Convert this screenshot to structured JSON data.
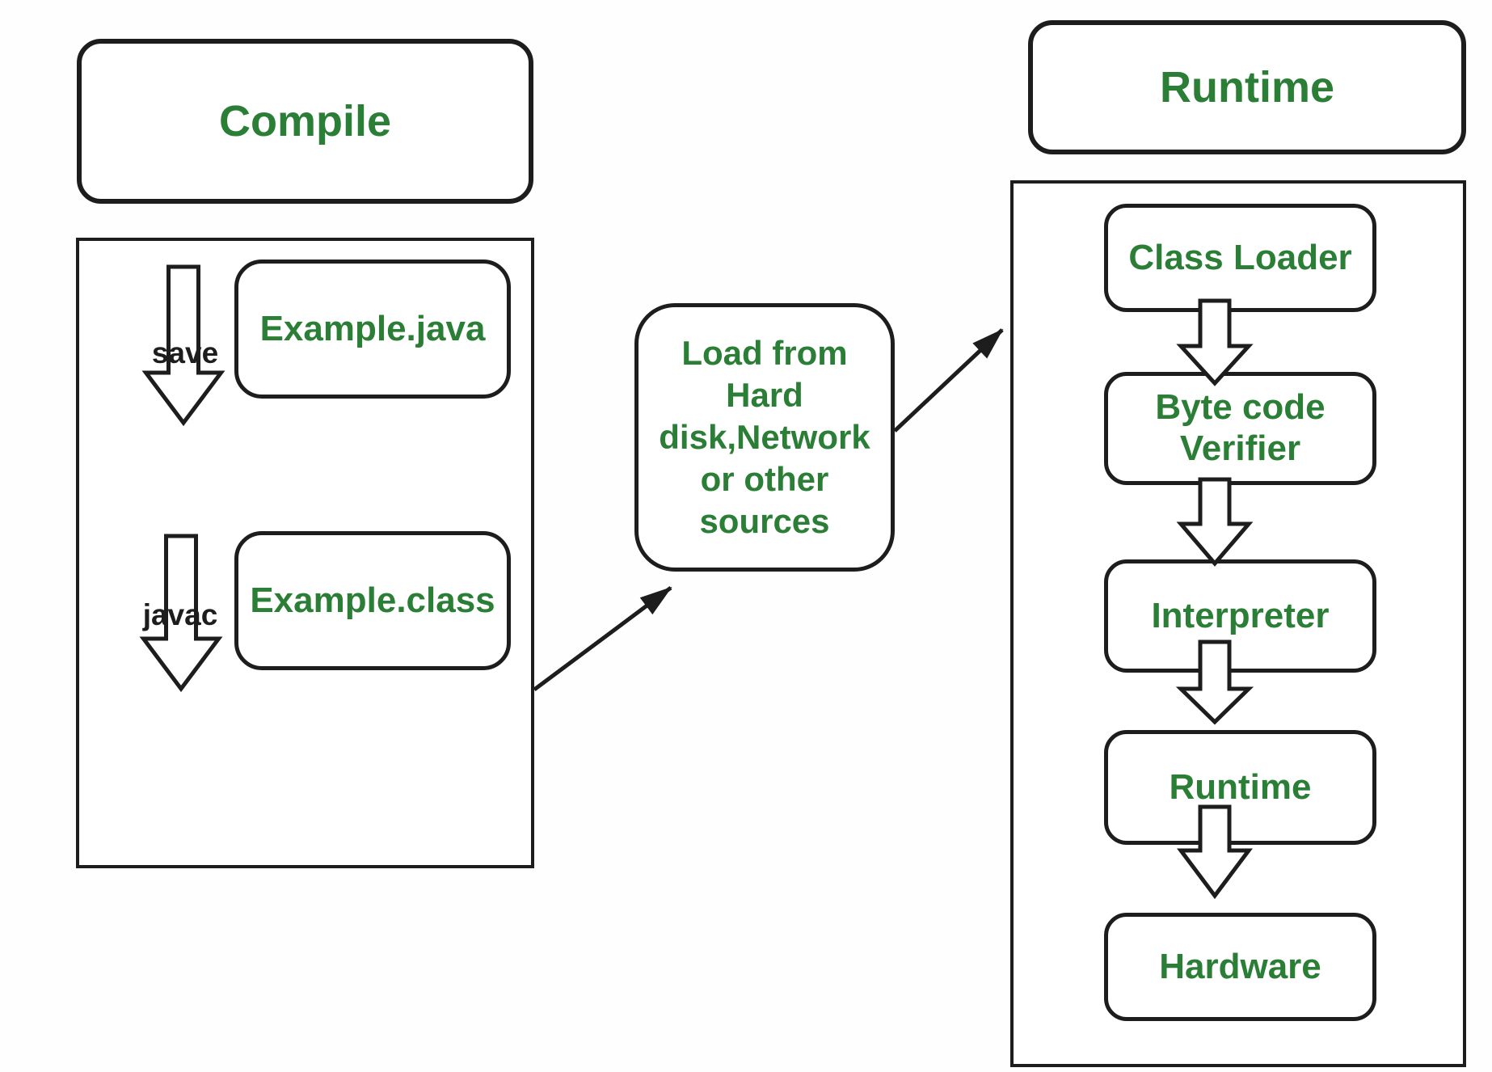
{
  "colors": {
    "green": "#2b7e35",
    "ink": "#1d1d1d",
    "bg": "#fefefe"
  },
  "compile": {
    "title": "Compile",
    "save_label": "save",
    "source_file": "Example.java",
    "javac_label": "javac",
    "class_file": "Example.class"
  },
  "loader": {
    "text": "Load from\nHard\ndisk,Network\nor other\nsources"
  },
  "runtime": {
    "title": "Runtime",
    "steps": [
      "Class Loader",
      "Byte code\nVerifier",
      "Interpreter",
      "Runtime",
      "Hardware"
    ]
  }
}
